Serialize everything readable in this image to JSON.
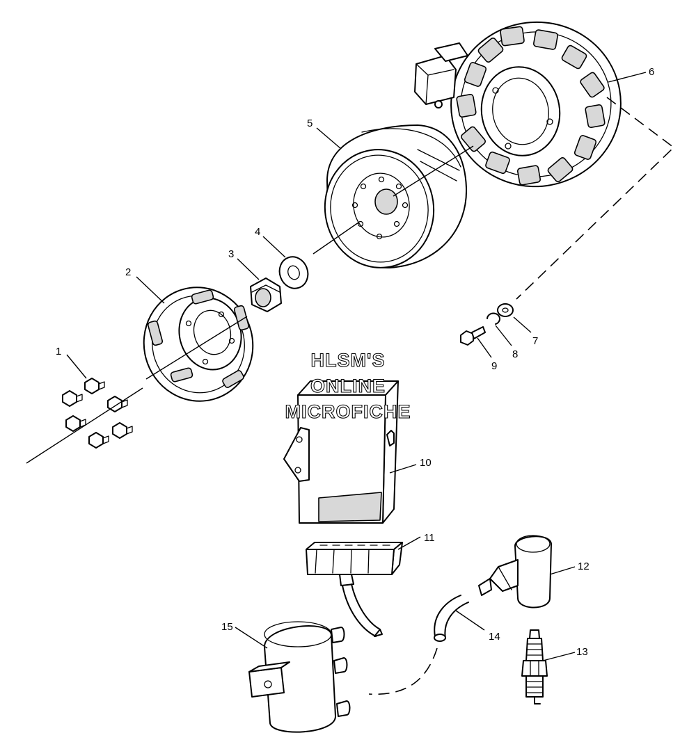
{
  "watermark": {
    "line1": "HLSM'S",
    "line2": "ONLINE",
    "line3": "MICROFICHE"
  },
  "callouts": {
    "c1": "1",
    "c2": "2",
    "c3": "3",
    "c4": "4",
    "c5": "5",
    "c6": "6",
    "c7": "7",
    "c8": "8",
    "c9": "9",
    "c10": "10",
    "c11": "11",
    "c12": "12",
    "c13": "13",
    "c14": "14",
    "c15": "15"
  }
}
